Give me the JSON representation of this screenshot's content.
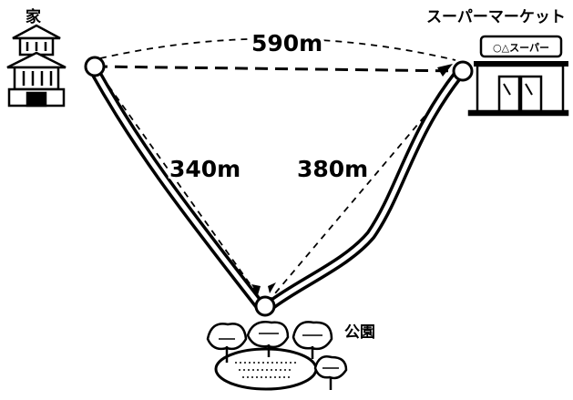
{
  "places": {
    "home": "家",
    "supermarket": "スーパーマーケット",
    "store_sign": "○△スーパー",
    "park": "公園"
  },
  "distances": {
    "home_to_supermarket": "590m",
    "home_to_park": "340m",
    "supermarket_to_park": "380m"
  }
}
